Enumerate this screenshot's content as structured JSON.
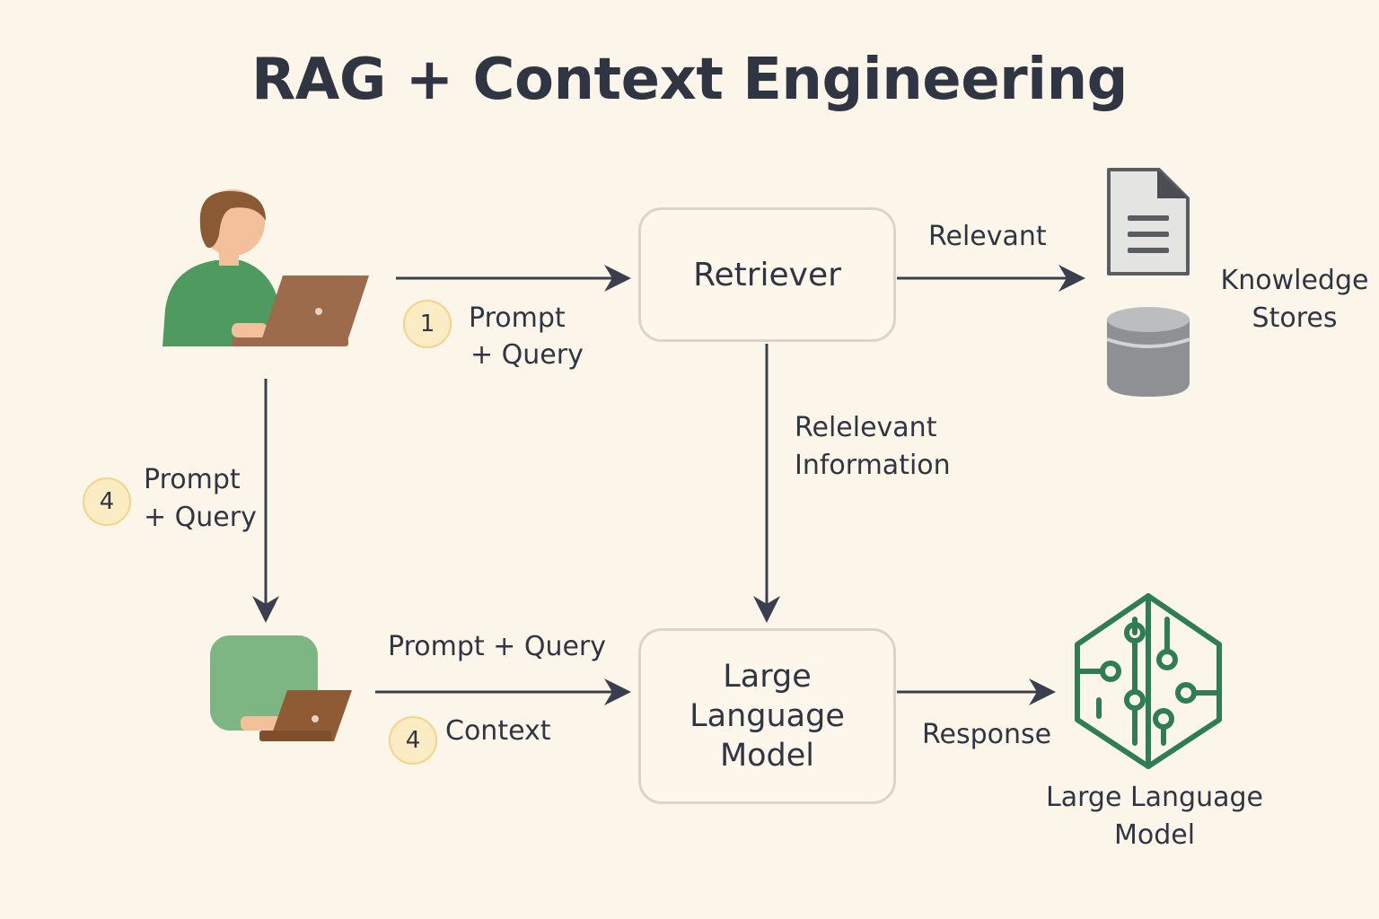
{
  "title": "RAG + Context Engineering",
  "nodes": {
    "retriever": "Retriever",
    "llm_box": {
      "line1": "Large",
      "line2": "Language",
      "line3": "Model"
    },
    "knowledge_stores": {
      "line1": "Knowledge",
      "line2": "Stores"
    },
    "llm_icon_label": {
      "line1": "Large Language",
      "line2": "Model"
    }
  },
  "edges": {
    "user_to_retriever": {
      "step": "1",
      "line1": "Prompt",
      "line2": "+ Query"
    },
    "retriever_to_stores": {
      "label": "Relevant"
    },
    "retriever_to_llm": {
      "line1": "Relelevant",
      "line2": "Information"
    },
    "user_to_user": {
      "step": "4",
      "line1": "Prompt",
      "line2": "+ Query"
    },
    "user_to_llm": {
      "top": "Prompt + Query",
      "step": "4",
      "bottom": "Context"
    },
    "llm_to_icon": {
      "label": "Response"
    }
  },
  "icons": {
    "user_top": "user-with-laptop-icon",
    "user_bottom": "user-with-laptop-icon",
    "document": "document-icon",
    "database": "database-icon",
    "llm": "brain-circuit-icon"
  },
  "colors": {
    "background": "#fcf5e9",
    "text": "#2f3542",
    "arrow": "#3a3f4f",
    "badge_fill": "#fbecc4",
    "person_green": "#4f9a5e",
    "laptop_brown": "#9b6b4c",
    "circuit_green": "#2e7d55"
  }
}
